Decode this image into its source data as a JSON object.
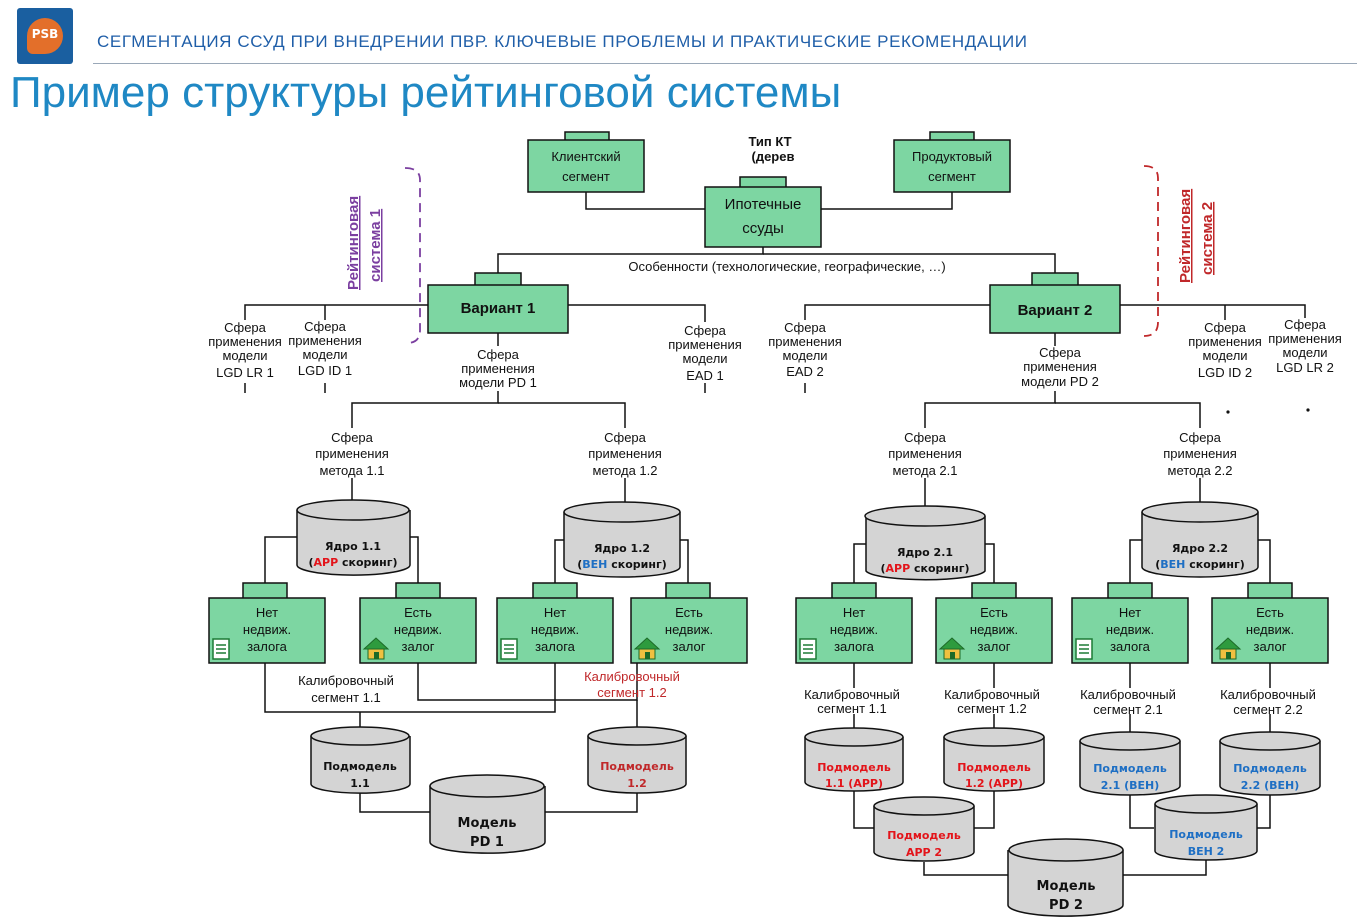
{
  "header": {
    "logo_text": "PSB",
    "title": "СЕГМЕНТАЦИЯ  ССУД  ПРИ  ВНЕДРЕНИИ  ПВР.   КЛЮЧЕВЫЕ  ПРОБЛЕМЫ  И  ПРАКТИЧЕСКИЕ РЕКОМЕНДАЦИИ"
  },
  "page_title": "Пример структуры рейтинговой системы",
  "colors": {
    "box_fill": "#7dd6a2",
    "cylinder_fill": "#d4d4d4",
    "title_blue": "#1f88c4",
    "red": "#e3141a",
    "blue": "#1e6fc4",
    "system1": "#7b3fa0",
    "system2": "#c0282a"
  },
  "diagram": {
    "type_kt_1": "Тип КТ",
    "type_kt_2": "(дерев",
    "client_segment": [
      "Клиентский",
      "сегмент"
    ],
    "product_segment": [
      "Продуктовый",
      "сегмент"
    ],
    "mortgage": [
      "Ипотечные",
      "ссуды"
    ],
    "features": "Особенности (технологические, географические, …)",
    "rs1": [
      "Рейтинговая",
      "система 1"
    ],
    "rs2": [
      "Рейтинговая",
      "система 2"
    ],
    "variant1": "Вариант 1",
    "variant2": "Вариант 2",
    "scopes": {
      "lgd_lr1": [
        "Сфера",
        "применения",
        "модели",
        "LGD LR 1"
      ],
      "lgd_id1": [
        "Сфера",
        "применения",
        "модели",
        "LGD ID 1"
      ],
      "pd1": [
        "Сфера",
        "применения",
        "модели PD 1"
      ],
      "ead1": [
        "Сфера",
        "применения",
        "модели",
        "EAD 1"
      ],
      "ead2": [
        "Сфера",
        "применения",
        "модели",
        "EAD 2"
      ],
      "pd2": [
        "Сфера",
        "применения",
        "модели PD 2"
      ],
      "lgd_id2": [
        "Сфера",
        "применения",
        "модели",
        "LGD ID 2"
      ],
      "lgd_lr2": [
        "Сфера",
        "применения",
        "модели",
        "LGD LR 2"
      ],
      "m11": [
        "Сфера",
        "применения",
        "метода 1.1"
      ],
      "m12": [
        "Сфера",
        "применения",
        "метода 1.2"
      ],
      "m21": [
        "Сфера",
        "применения",
        "метода 2.1"
      ],
      "m22": [
        "Сфера",
        "применения",
        "метода 2.2"
      ]
    },
    "cores": {
      "c11": {
        "title": "Ядро 1.1",
        "code": "APP",
        "rest": " скоринг)"
      },
      "c12": {
        "title": "Ядро 1.2",
        "code": "BEH",
        "rest": " скоринг)"
      },
      "c21": {
        "title": "Ядро 2.1",
        "code": "APP",
        "rest": " скоринг)"
      },
      "c22": {
        "title": "Ядро 2.2",
        "code": "BEH",
        "rest": " скоринг)"
      },
      "open_paren": "("
    },
    "no_collateral": [
      "Нет",
      "недвиж.",
      "залога"
    ],
    "has_collateral": [
      "Есть",
      "недвиж.",
      "залог"
    ],
    "calib": {
      "s11": [
        "Калибровочный",
        "сегмент 1.1"
      ],
      "s12": [
        "Калибровочный",
        "сегмент 1.2"
      ],
      "s21a": [
        "Калибровочный",
        "сегмент 1.1"
      ],
      "s21b": [
        "Калибровочный",
        "сегмент 1.2"
      ],
      "s21c": [
        "Калибровочный",
        "сегмент 2.1"
      ],
      "s22": [
        "Калибровочный",
        "сегмент 2.2"
      ]
    },
    "submodels": {
      "sm11": [
        "Подмодель",
        "1.1"
      ],
      "sm12": [
        "Подмодель",
        "1.2"
      ],
      "sm11app": [
        "Подмодель",
        "1.1 (APP)"
      ],
      "sm12app": [
        "Подмодель",
        "1.2 (APP)"
      ],
      "sm21beh": [
        "Подмодель",
        "2.1 (BEH)"
      ],
      "sm22beh": [
        "Подмодель",
        "2.2 (BEH)"
      ],
      "smapp2": [
        "Подмодель",
        "APP 2"
      ],
      "smbeh2": [
        "Подмодель",
        "BEH 2"
      ]
    },
    "model_pd1": [
      "Модель",
      "PD 1"
    ],
    "model_pd2": [
      "Модель",
      "PD 2"
    ]
  }
}
